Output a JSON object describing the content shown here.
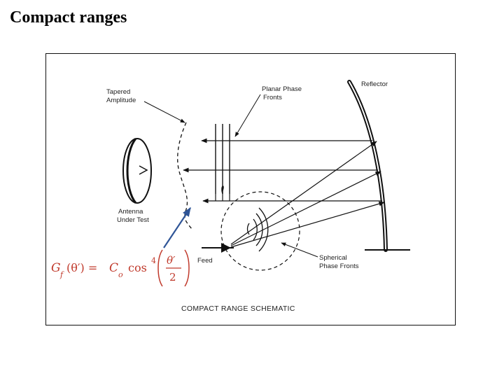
{
  "slide": {
    "title": "Compact ranges"
  },
  "figure": {
    "caption": "COMPACT RANGE SCHEMATIC",
    "labels": {
      "tapered_1": "Tapered",
      "tapered_2": "Amplitude",
      "planar_1": "Planar Phase",
      "planar_2": "Fronts",
      "reflector": "Reflector",
      "antenna_1": "Antenna",
      "antenna_2": "Under Test",
      "feed": "Feed",
      "spherical_1": "Spherical",
      "spherical_2": "Phase Fronts"
    },
    "equation": {
      "G": "G",
      "sub_f": "f",
      "arg": "(θ′) = ",
      "C": "C",
      "sub_o": "o",
      "cos": "cos",
      "exp": "4",
      "num": "θ′",
      "den": "2"
    },
    "colors": {
      "equation": "#c0392b",
      "arrow": "#2f5597",
      "ink": "#111111"
    }
  }
}
